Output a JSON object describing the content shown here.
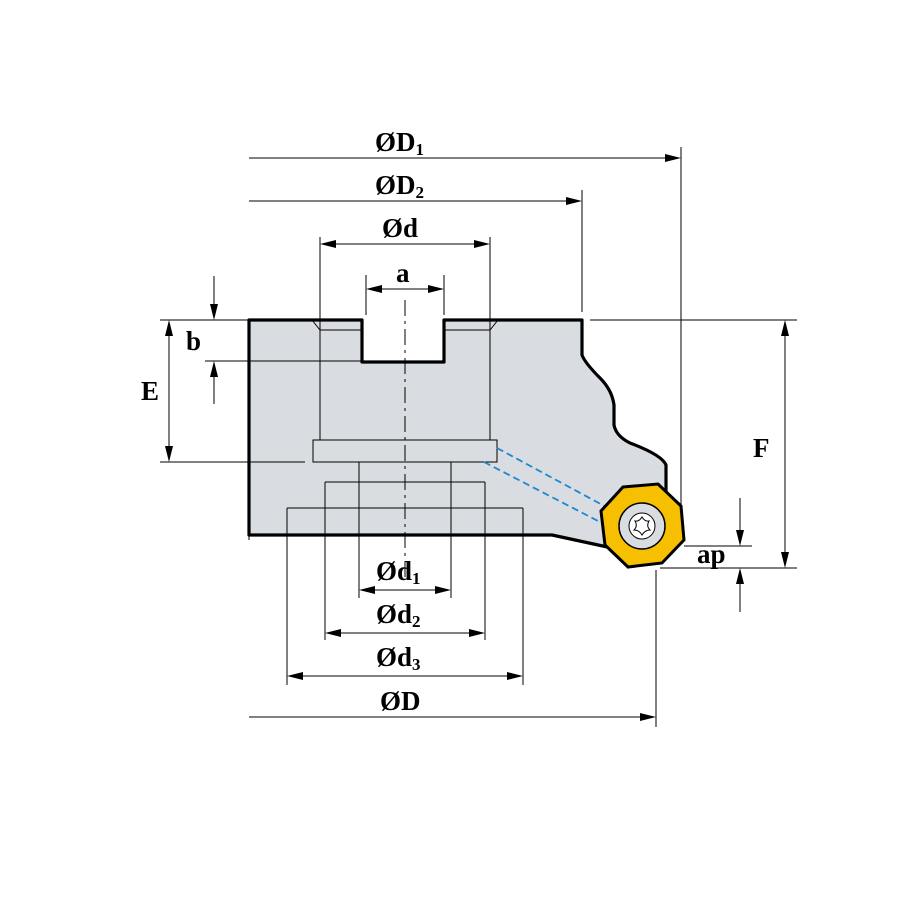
{
  "diagram": {
    "labels": {
      "D1": {
        "main": "ØD",
        "sub": "1"
      },
      "D2": {
        "main": "ØD",
        "sub": "2"
      },
      "d": {
        "main": "Ød"
      },
      "a": {
        "main": "a"
      },
      "b": {
        "main": "b"
      },
      "E": {
        "main": "E"
      },
      "F": {
        "main": "F"
      },
      "ap": {
        "main": "ap"
      },
      "d1": {
        "main": "Ød",
        "sub": "1"
      },
      "d2": {
        "main": "Ød",
        "sub": "2"
      },
      "d3": {
        "main": "Ød",
        "sub": "3"
      },
      "D": {
        "main": "ØD"
      }
    },
    "colors": {
      "body_fill": "#d9dde1",
      "insert_fill": "#f6c000",
      "coolant_line": "#1e88d0",
      "line": "#000000"
    },
    "icons": {
      "insert": "octagonal-insert-icon",
      "screw": "torx-screw-icon"
    }
  }
}
